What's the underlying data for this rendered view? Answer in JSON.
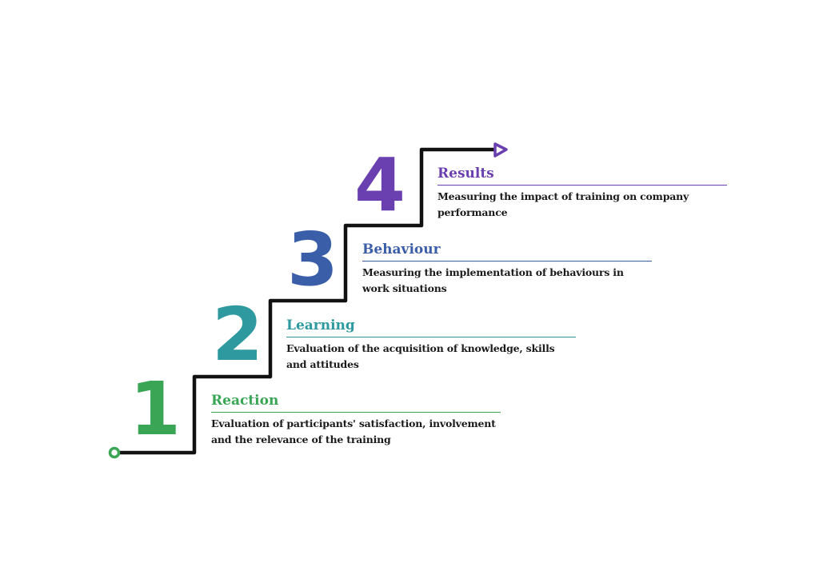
{
  "steps": [
    {
      "number": "1",
      "title": "Reaction",
      "description": "Evaluation of participants' satisfaction, involvement and the relevance of the training",
      "color": "#3aa655"
    },
    {
      "number": "2",
      "title": "Learning",
      "description": "Evaluation of the acquisition of knowledge, skills and attitudes",
      "color": "#2e9aa0"
    },
    {
      "number": "3",
      "title": "Behaviour",
      "description": "Measuring the implementation of behaviours in work situations",
      "color": "#3a5ea8"
    },
    {
      "number": "4",
      "title": "Results",
      "description": "Measuring the impact of training on company performance",
      "color": "#6a3fb0"
    }
  ]
}
